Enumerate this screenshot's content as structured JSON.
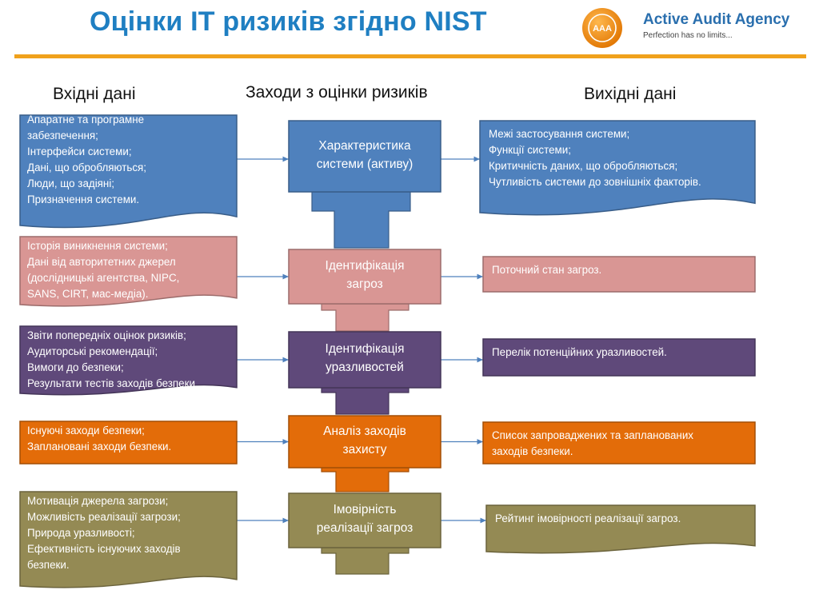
{
  "header": {
    "title": "Оцінки IT ризиків згідно NIST",
    "logo": {
      "mark_text": "AAA",
      "name": "Active Audit Agency",
      "slogan": "Perfection has no limits..."
    }
  },
  "columns": {
    "inputs": "Вхідні дані",
    "steps": "Заходи з оцінки ризиків",
    "outputs": "Вихідні дані"
  },
  "colors": {
    "blue": "#4f81bd",
    "pink": "#d99694",
    "purple": "#5f497a",
    "orange": "#e36c09",
    "olive": "#948a54",
    "accent": "#f0a11c",
    "title": "#1f7fc2"
  },
  "rows": [
    {
      "color_key": "blue",
      "inputs": [
        "Апаратне та програмне",
        "забезпечення;",
        "Інтерфейси системи;",
        "Дані, що обробляються;",
        "Люди, що задіяні;",
        "Призначення системи."
      ],
      "step": [
        "Характеристика",
        "системи (активу)"
      ],
      "outputs": [
        "Межі застосування системи;",
        "Функції системи;",
        "Критичність даних, що обробляються;",
        "Чутливість системи до зовнішніх факторів."
      ]
    },
    {
      "color_key": "pink",
      "inputs": [
        "Історія виникнення системи;",
        "Дані від авторитетних джерел",
        "(дослідницькі агентства, NIPC,",
        "SANS, CIRT, мас-медіа)."
      ],
      "step": [
        "Ідентифікація",
        "загроз"
      ],
      "outputs": [
        "Поточний стан загроз."
      ]
    },
    {
      "color_key": "purple",
      "inputs": [
        "Звіти попередніх оцінок ризиків;",
        "Аудиторські  рекомендації;",
        "Вимоги до безпеки;",
        "Результати тестів  заходів безпеки."
      ],
      "step": [
        "Ідентифікація",
        "уразливостей"
      ],
      "outputs": [
        "Перелік потенційних уразливостей."
      ]
    },
    {
      "color_key": "orange",
      "inputs": [
        "Існуючі заходи безпеки;",
        "Заплановані заходи безпеки."
      ],
      "step": [
        "Аналіз заходів",
        "захисту"
      ],
      "outputs": [
        "Список запроваджених та запланованих",
        "заходів  безпеки."
      ]
    },
    {
      "color_key": "olive",
      "inputs": [
        "Мотивація джерела загрози;",
        "Можливість реалізації загрози;",
        "Природа уразливості;",
        "Ефективність існуючих заходів",
        "безпеки."
      ],
      "step": [
        "Імовірність",
        "реалізації загроз"
      ],
      "outputs": [
        "Рейтинг імовірності реалізації загроз."
      ]
    }
  ]
}
